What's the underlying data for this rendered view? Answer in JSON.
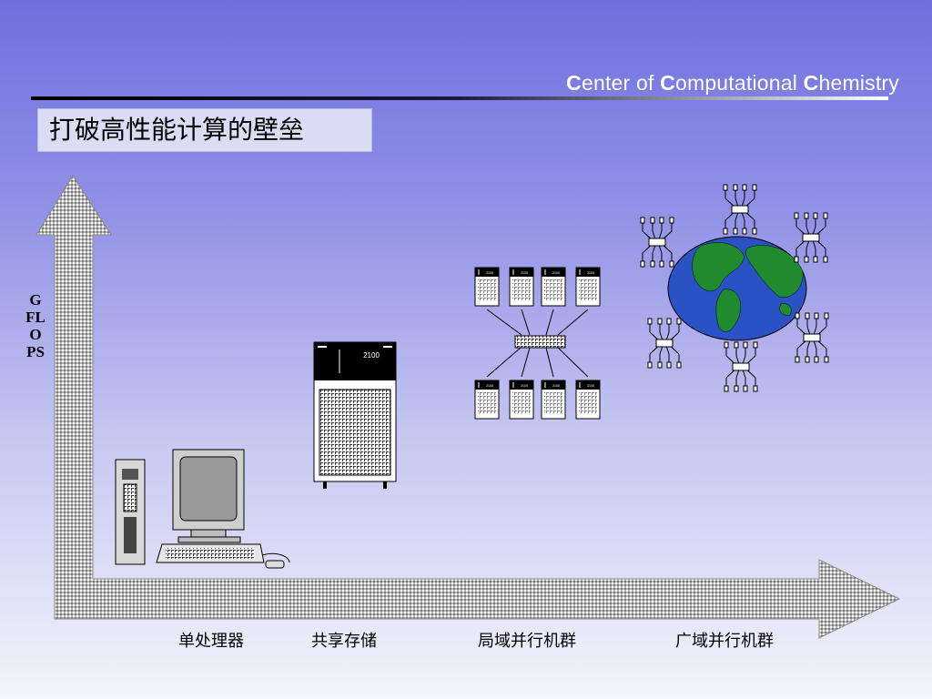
{
  "header": {
    "org_name": "Center of Computational Chemistry",
    "org_name_parts": {
      "c1": "C",
      "r1": "enter of ",
      "c2": "C",
      "r2": "omputational ",
      "c3": "C",
      "r3": "hemistry"
    }
  },
  "slide": {
    "title": "打破高性能计算的壁垒"
  },
  "axis": {
    "y_label": "GFLOPS",
    "x_categories": [
      "单处理器",
      "共享存储",
      "局域并行机群",
      "广域并行机群"
    ]
  },
  "illustrations": {
    "shared_memory_server_model": "2100",
    "items": [
      "desktop-pc-icon",
      "server-cabinet-icon",
      "lan-cluster-icon",
      "globe-network-icon"
    ]
  },
  "colors": {
    "background_top": "#6f6fe0",
    "background_bottom": "#f4f4fb",
    "title_box": "#dcdcf4",
    "ocean": "#2a52c4",
    "land": "#1f8a2e"
  }
}
